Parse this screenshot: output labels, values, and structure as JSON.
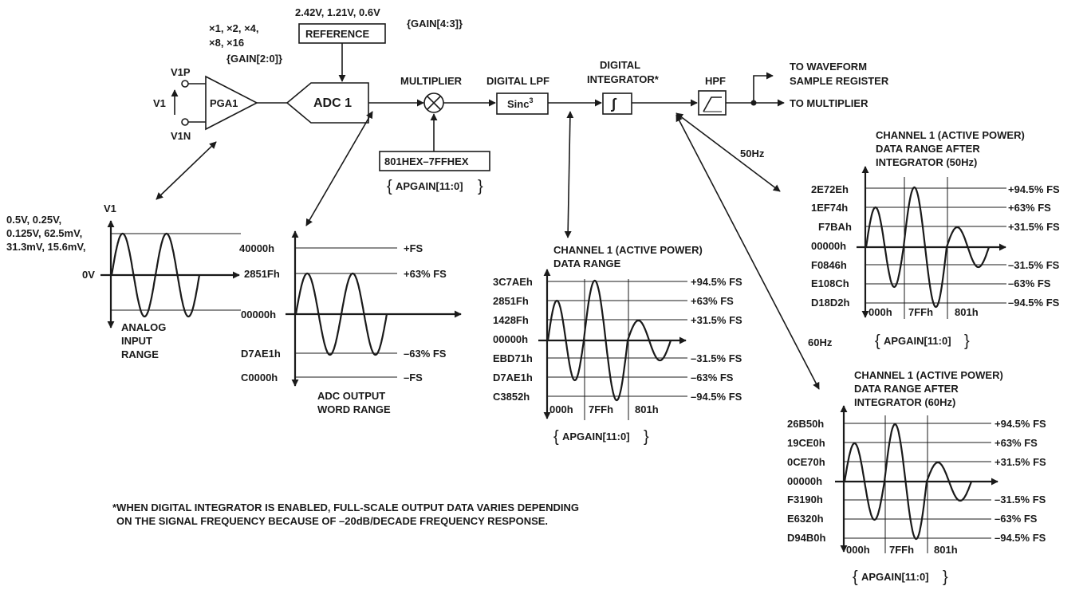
{
  "signal_chain": {
    "v1p": "V1P",
    "v1n": "V1N",
    "v1": "V1",
    "pga_label": "PGA1",
    "gain_values_line1": "×1, ×2, ×4,",
    "gain_values_line2": "×8, ×16",
    "gain_bits": "{GAIN[2:0]}",
    "reference_voltages": "2.42V, 1.21V, 0.6V",
    "reference_label": "REFERENCE",
    "reference_gain_bits": "{GAIN[4:3]}",
    "adc_label": "ADC 1",
    "multiplier_label": "MULTIPLIER",
    "apgain_range": "801HEX–7FFHEX",
    "apgain_bits": "APGAIN[11:0]",
    "lpf_label": "DIGITAL LPF",
    "sinc_label": "Sinc",
    "sinc_exp": "3",
    "integrator_line1": "DIGITAL",
    "integrator_line2": "INTEGRATOR*",
    "hpf_label": "HPF",
    "out_waveform_line1": "TO WAVEFORM",
    "out_waveform_line2": "SAMPLE REGISTER",
    "out_multiplier": "TO MULTIPLIER",
    "label_50hz": "50Hz",
    "label_60hz": "60Hz"
  },
  "analog_input": {
    "ranges_line1": "0.5V, 0.25V,",
    "ranges_line2": "0.125V, 62.5mV,",
    "ranges_line3": "31.3mV, 15.6mV,",
    "zero": "0V",
    "axis_label": "V1",
    "caption_line1": "ANALOG",
    "caption_line2": "INPUT",
    "caption_line3": "RANGE"
  },
  "adc_output": {
    "codes": [
      "40000h",
      "2851Fh",
      "00000h",
      "D7AE1h",
      "C0000h"
    ],
    "levels": [
      "+FS",
      "+63% FS",
      "–63% FS",
      "–FS"
    ],
    "caption_line1": "ADC OUTPUT",
    "caption_line2": "WORD RANGE"
  },
  "ch1_data_range": {
    "title_line1": "CHANNEL 1 (ACTIVE POWER)",
    "title_line2": "DATA RANGE",
    "codes": [
      "3C7AEh",
      "2851Fh",
      "1428Fh",
      "00000h",
      "EBD71h",
      "D7AE1h",
      "C3852h"
    ],
    "levels": [
      "+94.5% FS",
      "+63% FS",
      "+31.5% FS",
      "–31.5% FS",
      "–63% FS",
      "–94.5% FS"
    ],
    "gain_ticks": [
      "000h",
      "7FFh",
      "801h"
    ],
    "gain_bits": "APGAIN[11:0]"
  },
  "ch1_50hz": {
    "title_line1": "CHANNEL 1 (ACTIVE POWER)",
    "title_line2": "DATA RANGE AFTER",
    "title_line3": "INTEGRATOR (50Hz)",
    "codes": [
      "2E72Eh",
      "1EF74h",
      "F7BAh",
      "00000h",
      "F0846h",
      "E108Ch",
      "D18D2h"
    ],
    "levels": [
      "+94.5% FS",
      "+63% FS",
      "+31.5% FS",
      "–31.5% FS",
      "–63% FS",
      "–94.5% FS"
    ],
    "gain_ticks": [
      "000h",
      "7FFh",
      "801h"
    ],
    "gain_bits": "APGAIN[11:0]"
  },
  "ch1_60hz": {
    "title_line1": "CHANNEL 1 (ACTIVE POWER)",
    "title_line2": "DATA RANGE AFTER",
    "title_line3": "INTEGRATOR (60Hz)",
    "codes": [
      "26B50h",
      "19CE0h",
      "0CE70h",
      "00000h",
      "F3190h",
      "E6320h",
      "D94B0h"
    ],
    "levels": [
      "+94.5% FS",
      "+63% FS",
      "+31.5% FS",
      "–31.5% FS",
      "–63% FS",
      "–94.5% FS"
    ],
    "gain_ticks": [
      "000h",
      "7FFh",
      "801h"
    ],
    "gain_bits": "APGAIN[11:0]"
  },
  "footnote": {
    "line1": "*WHEN  DIGITAL INTEGRATOR IS ENABLED, FULL-SCALE OUTPUT DATA VARIES DEPENDING",
    "line2": "ON THE SIGNAL FREQUENCY BECAUSE OF –20dB/DECADE FREQUENCY RESPONSE."
  }
}
